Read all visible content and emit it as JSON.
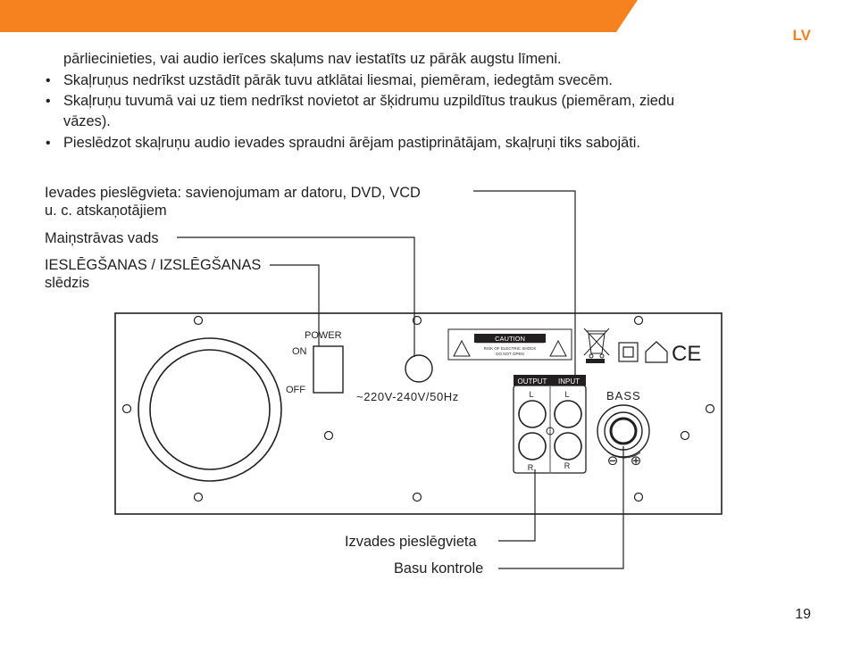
{
  "header": {
    "language": "LV",
    "accent_color": "#f5821f"
  },
  "safety": {
    "continuation": "pārliecinieties, vai audio ierīces skaļums nav iestatīts uz pārāk augstu līmeni.",
    "bullets": [
      {
        "lines": [
          "Skaļruņus nedrīkst uzstādīt pārāk tuvu atklātai liesmai, piemēram, iedegtām svecēm."
        ]
      },
      {
        "lines": [
          "Skaļruņu tuvumā vai uz tiem nedrīkst novietot ar šķidrumu uzpildītus traukus (piemēram, ziedu",
          "vāzes)."
        ]
      },
      {
        "lines": [
          "Pieslēdzot skaļruņu audio ievades spraudni ārējam pastiprinātājam, skaļruņi tiks sabojāti."
        ]
      }
    ]
  },
  "callouts": {
    "input_line1": "Ievades pieslēgvieta: savienojumam ar datoru, DVD, VCD",
    "input_line2": "u. c. atskaņotājiem",
    "power_cord": "Maiņstrāvas vads",
    "switch_line1": "IESLĒGŠANAS / IZSLĒGŠANAS",
    "switch_line2": "slēdzis",
    "output_port": "Izvades pieslēgvieta",
    "bass": "Basu kontrole"
  },
  "panel": {
    "power_label": "POWER",
    "on_label": "ON",
    "off_label": "OFF",
    "voltage": "~220V-240V/50Hz",
    "caution_title": "CAUTION",
    "caution_line1": "RISK OF ELECTRIC SHOCK",
    "caution_line2": "DO NOT OPEN",
    "output_label": "OUTPUT",
    "input_label": "INPUT",
    "left_label": "L",
    "right_label": "R",
    "bass_label": "BASS",
    "minus_sign": "⊖",
    "plus_sign": "⊕",
    "ce_mark": "CE"
  },
  "page_number": "19"
}
